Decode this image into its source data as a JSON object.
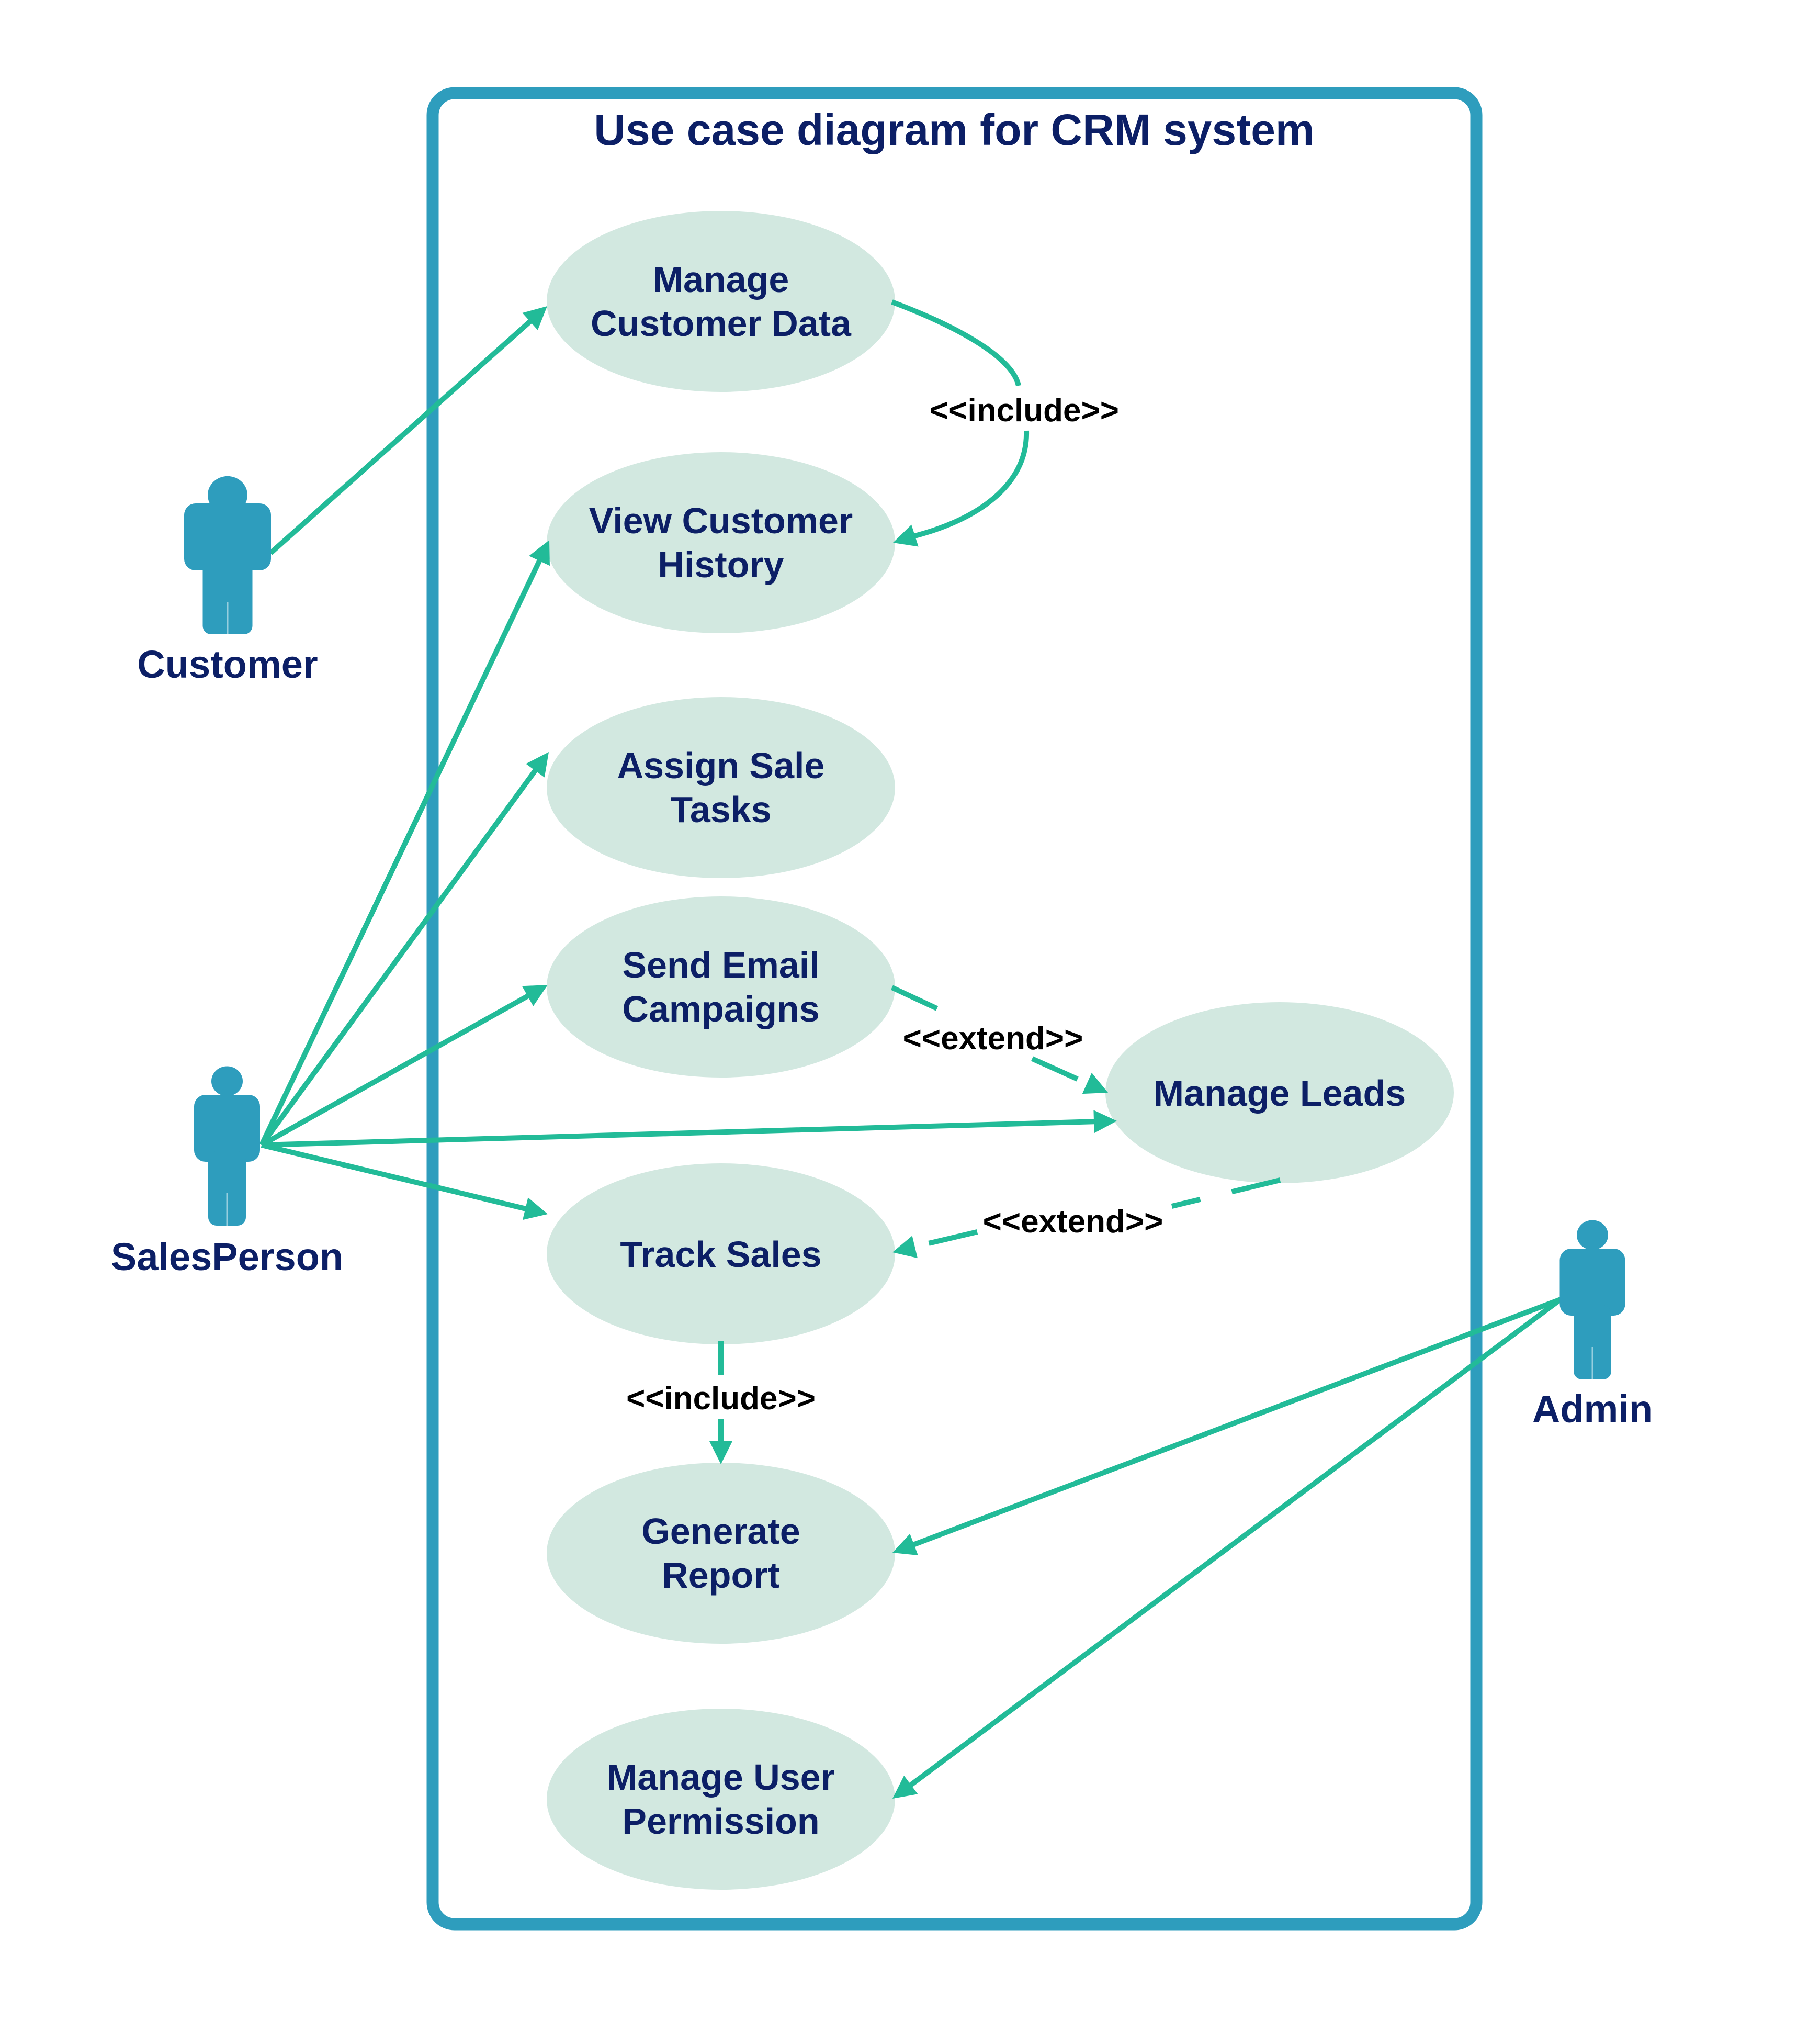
{
  "title": "Use case diagram for CRM system",
  "colors": {
    "system_border": "#2e9dbd",
    "actor_fill": "#2e9dbd",
    "use_case_fill": "#d2e8e0",
    "text_dark": "#0c1f66",
    "edge": "#22bb98",
    "relation_label": "#000000"
  },
  "actors": [
    {
      "id": "customer",
      "label": "Customer"
    },
    {
      "id": "salesperson",
      "label": "SalesPerson"
    },
    {
      "id": "admin",
      "label": "Admin"
    }
  ],
  "use_cases": [
    {
      "id": "manage-customer-data",
      "lines": [
        "Manage",
        "Customer Data"
      ]
    },
    {
      "id": "view-customer-history",
      "lines": [
        "View Customer",
        "History"
      ]
    },
    {
      "id": "assign-sale-tasks",
      "lines": [
        "Assign Sale",
        "Tasks"
      ]
    },
    {
      "id": "send-email-campaigns",
      "lines": [
        "Send Email",
        "Campaigns"
      ]
    },
    {
      "id": "manage-leads",
      "lines": [
        "Manage Leads"
      ]
    },
    {
      "id": "track-sales",
      "lines": [
        "Track Sales"
      ]
    },
    {
      "id": "generate-report",
      "lines": [
        "Generate",
        "Report"
      ]
    },
    {
      "id": "manage-user-permission",
      "lines": [
        "Manage User",
        "Permission"
      ]
    }
  ],
  "associations": [
    {
      "from": "customer",
      "to": "manage-customer-data"
    },
    {
      "from": "salesperson",
      "to": "view-customer-history"
    },
    {
      "from": "salesperson",
      "to": "assign-sale-tasks"
    },
    {
      "from": "salesperson",
      "to": "send-email-campaigns"
    },
    {
      "from": "salesperson",
      "to": "manage-leads"
    },
    {
      "from": "salesperson",
      "to": "track-sales"
    },
    {
      "from": "admin",
      "to": "generate-report"
    },
    {
      "from": "admin",
      "to": "manage-user-permission"
    }
  ],
  "relations": [
    {
      "type": "include",
      "label": "<<include>>",
      "from": "manage-customer-data",
      "to": "view-customer-history"
    },
    {
      "type": "extend",
      "label": "<<extend>>",
      "from": "send-email-campaigns",
      "to": "manage-leads"
    },
    {
      "type": "extend",
      "label": "<<extend>>",
      "from": "manage-leads",
      "to": "track-sales"
    },
    {
      "type": "include",
      "label": "<<include>>",
      "from": "track-sales",
      "to": "generate-report"
    }
  ]
}
